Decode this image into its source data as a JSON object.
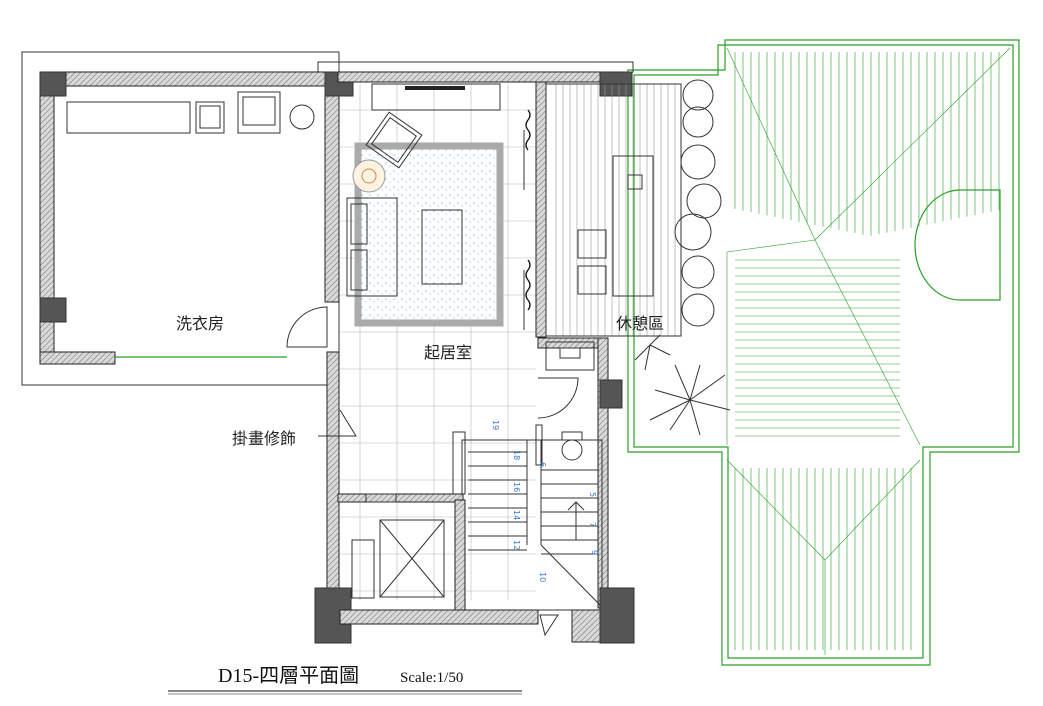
{
  "plan": {
    "title": "D15-四層平面圖",
    "scale": "Scale:1/50"
  },
  "rooms": {
    "laundry": "洗衣房",
    "living": "起居室",
    "lounge": "休憩區"
  },
  "annotations": {
    "wall_art": "掛畫修飾"
  },
  "stairs": {
    "steps": [
      "5",
      "6",
      "7",
      "9",
      "10",
      "12",
      "14",
      "16",
      "18",
      "19"
    ]
  },
  "colors": {
    "roof": "#2aa02a",
    "wall": "#555555",
    "dimension": "#3a7bd5"
  }
}
